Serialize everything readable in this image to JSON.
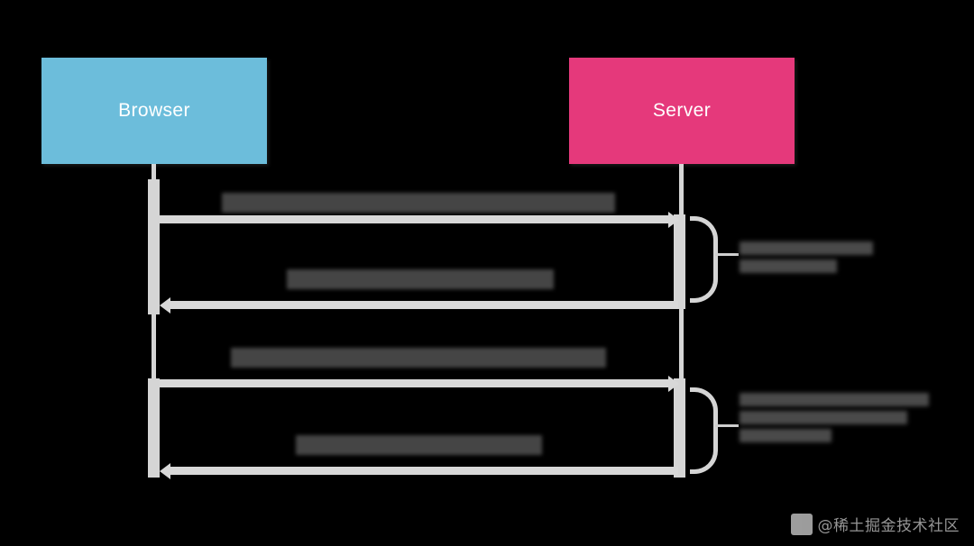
{
  "diagram": {
    "type": "sequence-diagram",
    "background_color": "#000000",
    "participants": [
      {
        "id": "browser",
        "label": "Browser",
        "color": "#6cbddb",
        "text_color": "#ffffff"
      },
      {
        "id": "server",
        "label": "Server",
        "color": "#e5397b",
        "text_color": "#ffffff"
      }
    ],
    "line_color": "#d5d5d5",
    "label_color": "#454545",
    "messages": [
      {
        "index": 1,
        "from": "browser",
        "to": "server",
        "direction": "right",
        "label": "",
        "label_state": "blurred"
      },
      {
        "index": 2,
        "from": "server",
        "to": "browser",
        "direction": "left",
        "label": "",
        "label_state": "blurred"
      },
      {
        "index": 3,
        "from": "browser",
        "to": "server",
        "direction": "right",
        "label": "",
        "label_state": "blurred"
      },
      {
        "index": 4,
        "from": "server",
        "to": "browser",
        "direction": "left",
        "label": "",
        "label_state": "blurred"
      }
    ],
    "annotations": [
      {
        "index": 1,
        "spans_messages": [
          1,
          2
        ],
        "label": "",
        "label_state": "blurred",
        "lines": 2
      },
      {
        "index": 2,
        "spans_messages": [
          3,
          4
        ],
        "label": "",
        "label_state": "blurred",
        "lines": 3
      }
    ]
  },
  "watermark": {
    "text": "@稀土掘金技术社区",
    "icon": "juejin-logo-icon",
    "color": "#cfcfcf"
  }
}
